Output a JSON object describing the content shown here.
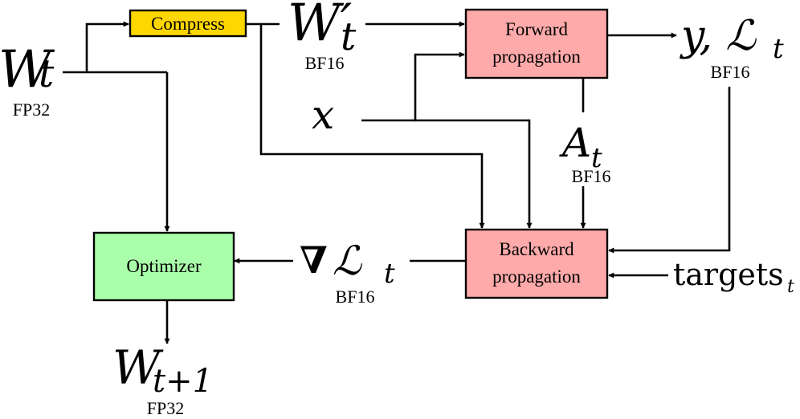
{
  "boxes": {
    "compress": {
      "label": "Compress",
      "color": "#ffd700"
    },
    "forward": {
      "line1": "Forward",
      "line2": "propagation",
      "color": "#ffaaaa"
    },
    "backward": {
      "line1": "Backward",
      "line2": "propagation",
      "color": "#ffaaaa"
    },
    "optimizer": {
      "label": "Optimizer",
      "color": "#aaffaa"
    }
  },
  "symbols": {
    "w_t": {
      "base": "W",
      "sub": "t",
      "precision": "FP32"
    },
    "w_prime_t": {
      "base": "W′",
      "sub": "t",
      "precision": "BF16"
    },
    "x": {
      "base": "x"
    },
    "y_loss": {
      "base": "y, ℒ",
      "sub": "t",
      "precision": "BF16"
    },
    "a_t": {
      "base": "A",
      "sub": "t",
      "precision": "BF16"
    },
    "grad_loss": {
      "nabla": "∇",
      "base": "ℒ",
      "sub": "t",
      "precision": "BF16"
    },
    "targets": {
      "base": "targets",
      "sub": "t"
    },
    "w_t1": {
      "base": "W",
      "sub": "t+1",
      "precision": "FP32"
    }
  }
}
